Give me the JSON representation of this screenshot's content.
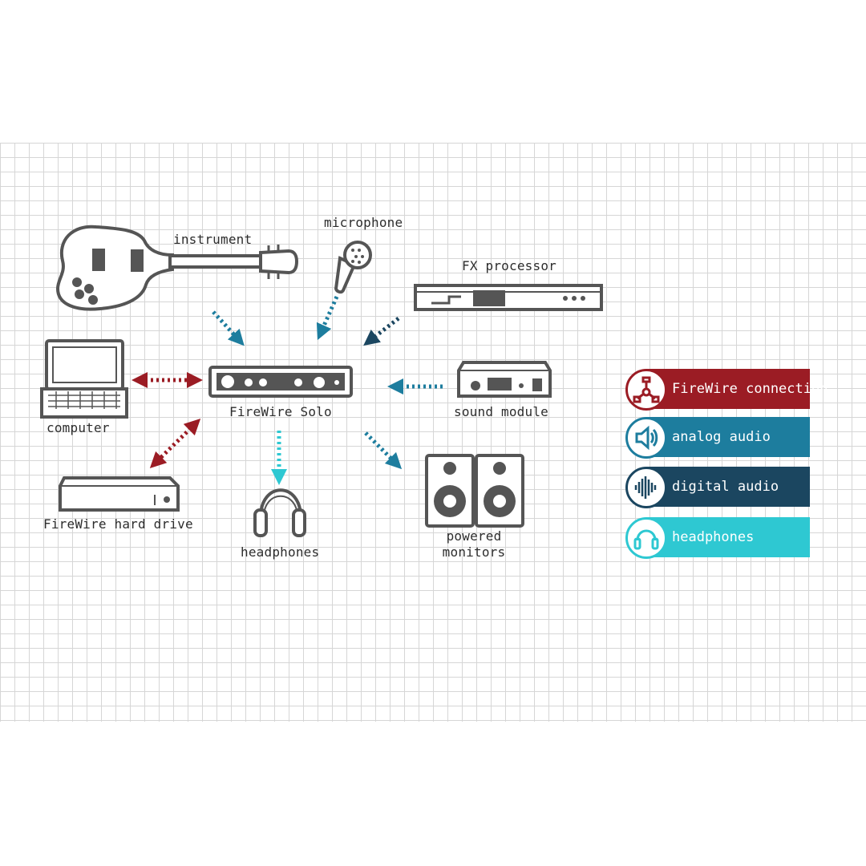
{
  "devices": {
    "instrument": "instrument",
    "microphone": "microphone",
    "fx_processor": "FX processor",
    "computer": "computer",
    "firewire_solo": "FireWire Solo",
    "sound_module": "sound module",
    "hard_drive": "FireWire hard drive",
    "headphones": "headphones",
    "powered_monitors_line1": "powered",
    "powered_monitors_line2": "monitors"
  },
  "legend": [
    {
      "label": "FireWire connection",
      "color": "#9b1c24",
      "icon": "firewire-icon"
    },
    {
      "label": "analog audio",
      "color": "#1d7d9e",
      "icon": "speaker-icon"
    },
    {
      "label": "digital audio",
      "color": "#1b4660",
      "icon": "waveform-icon"
    },
    {
      "label": "headphones",
      "color": "#2ec8d2",
      "icon": "headphones-icon"
    }
  ],
  "colors": {
    "firewire": "#9b1c24",
    "analog": "#1d7d9e",
    "digital": "#1b4660",
    "headphones": "#2ec8d2",
    "outline": "#555555"
  }
}
